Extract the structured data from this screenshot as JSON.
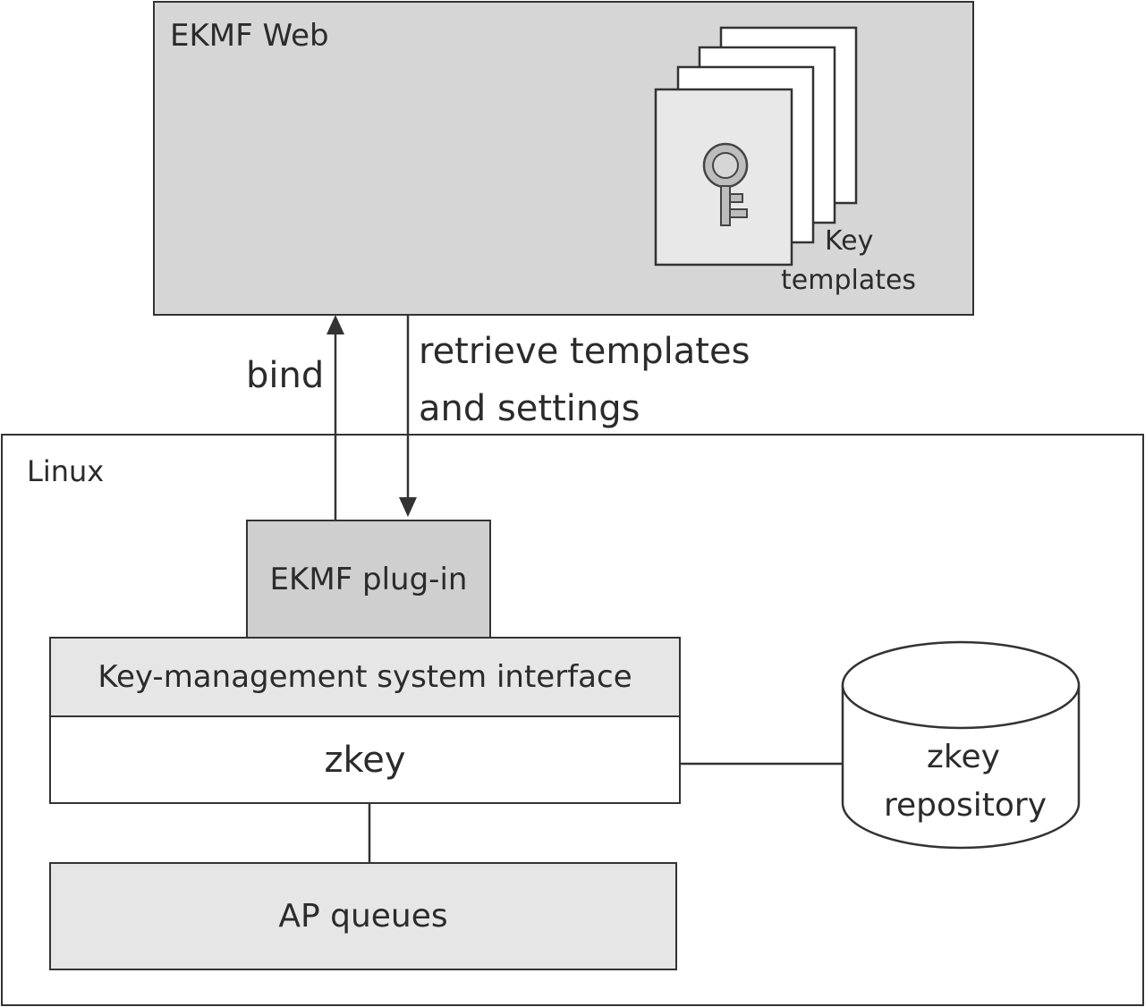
{
  "ekmf_web": {
    "title": "EKMF Web",
    "key_templates_line1": "Key",
    "key_templates_line2": "templates"
  },
  "connectors": {
    "bind_label": "bind",
    "retrieve_line1": "retrieve templates",
    "retrieve_line2": "and settings"
  },
  "linux": {
    "title": "Linux",
    "plugin_label": "EKMF plug-in",
    "kms_interface_label": "Key-management system interface",
    "zkey_label": "zkey",
    "ap_queues_label": "AP queues",
    "repository_line1": "zkey",
    "repository_line2": "repository"
  },
  "colors": {
    "ekmf_web_fill": "#d6d6d6",
    "plugin_fill": "#cfcfcf",
    "layer_fill": "#e6e6e6",
    "white": "#ffffff",
    "stroke": "#333333"
  }
}
